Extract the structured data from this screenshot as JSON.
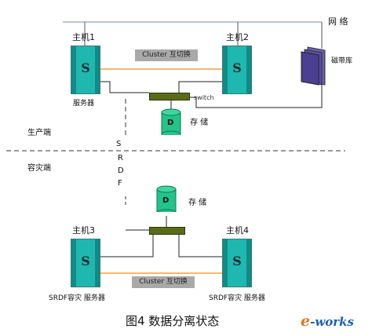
{
  "top": {
    "network_label": "网 络",
    "host1": "主机1",
    "host2": "主机2",
    "server_letter": "S",
    "cluster_top": "Cluster 互切换",
    "tape_label": "磁带库",
    "server_label": "服务器",
    "switch_label": "switch",
    "storage_letter": "D",
    "storage_label": "存 储",
    "production_label": "生产端"
  },
  "middle": {
    "srdf_chars": [
      "S",
      "R",
      "D",
      "F"
    ]
  },
  "bottom": {
    "dr_label": "容灾端",
    "storage_letter": "D",
    "storage_label": "存 储",
    "host3": "主机3",
    "host4": "主机4",
    "cluster_bottom": "Cluster 互切换",
    "srdf_server_left": "SRDF容灾 服务器",
    "srdf_server_right": "SRDF容灾 服务器"
  },
  "caption": "图4  数据分离状态",
  "logo": {
    "e": "e",
    "rest": "-works",
    "e_color": "#e07a1f",
    "rest_color": "#1e5fb0"
  },
  "colors": {
    "server": "#1fb8b0",
    "link_orange": "#f0a040",
    "network_line": "#7a86c8",
    "storage": "#22c48c",
    "switch_bar": "#5a6b18",
    "tape": "#5a4fa0"
  }
}
